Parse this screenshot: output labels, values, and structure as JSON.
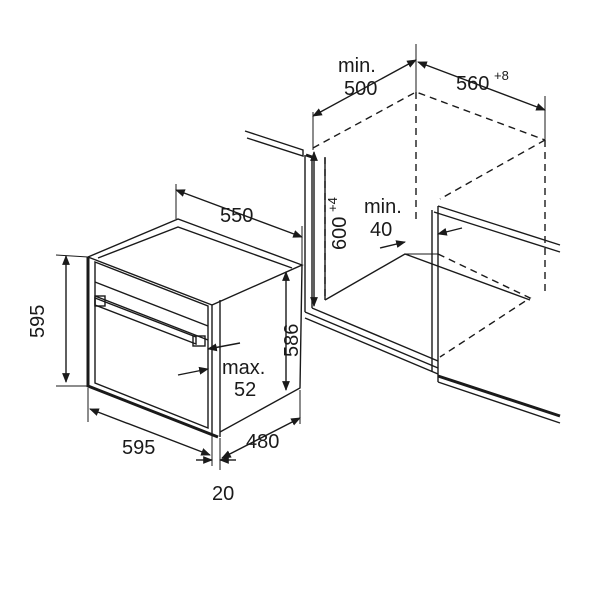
{
  "labels": {
    "min500_line1": "min.",
    "min500_line2": "500",
    "w560": "560",
    "w560_tol": "+8",
    "h600": "600",
    "h600_tol": "+4",
    "min40_line1": "min.",
    "min40_line2": "40",
    "d550": "550",
    "h595": "595",
    "h586": "586",
    "max52_line1": "max.",
    "max52_line2": "52",
    "w595": "595",
    "d480": "480",
    "t20": "20"
  },
  "colors": {
    "line": "#1a1a1a",
    "background": "#ffffff"
  }
}
